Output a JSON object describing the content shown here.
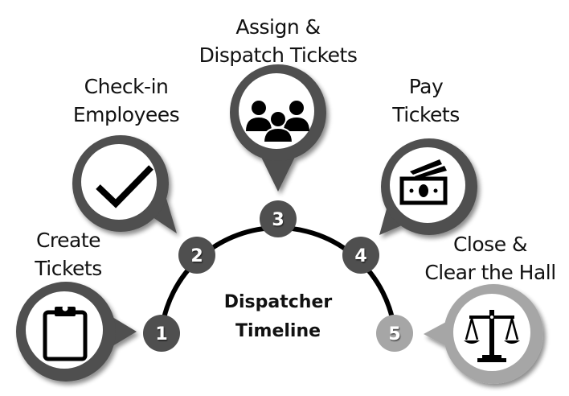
{
  "title": {
    "line1": "Dispatcher",
    "line2": "Timeline"
  },
  "colors": {
    "active_gray": "#4f4f4f",
    "inactive_gray": "#a6a6a6",
    "arc": "#000000",
    "icon": "#000000"
  },
  "steps": [
    {
      "number": "1",
      "label_line1": "Create",
      "label_line2": "Tickets",
      "icon": "clipboard-icon",
      "state": "active"
    },
    {
      "number": "2",
      "label_line1": "Check-in",
      "label_line2": "Employees",
      "icon": "checkmark-icon",
      "state": "active"
    },
    {
      "number": "3",
      "label_line1": "Assign &",
      "label_line2": "Dispatch Tickets",
      "icon": "group-icon",
      "state": "active"
    },
    {
      "number": "4",
      "label_line1": "Pay",
      "label_line2": "Tickets",
      "icon": "cash-icon",
      "state": "active"
    },
    {
      "number": "5",
      "label_line1": "Close &",
      "label_line2": "Clear the Hall",
      "icon": "scales-icon",
      "state": "inactive"
    }
  ]
}
